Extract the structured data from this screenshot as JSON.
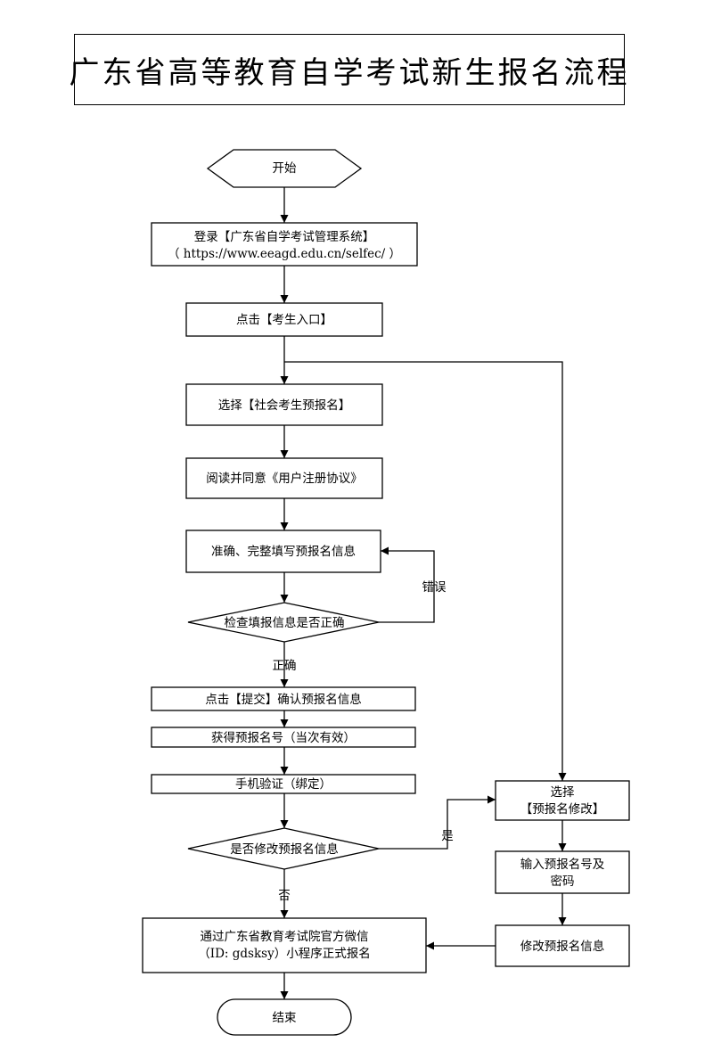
{
  "title": "广东省高等教育自学考试新生报名流程",
  "nodes": {
    "start": "开始",
    "login_line1": "登录【广东省自学考试管理系统】",
    "login_line2": "（ https://www.eeagd.edu.cn/selfec/ ）",
    "click_entry": "点击【考生入口】",
    "select_pre_reg": "选择【社会考生预报名】",
    "read_agree": "阅读并同意《用户注册协议》",
    "fill_info": "准确、完整填写预报名信息",
    "check_info": "检查填报信息是否正确",
    "submit_confirm": "点击【提交】确认预报名信息",
    "get_number": "获得预报名号（当次有效）",
    "phone_verify": "手机验证（绑定）",
    "modify_question": "是否修改预报名信息",
    "formal_reg_line1": "通过广东省教育考试院官方微信",
    "formal_reg_line2": "（ID: gdsksy）小程序正式报名",
    "end": "结束",
    "select_modify_line1": "选择",
    "select_modify_line2": "【预报名修改】",
    "input_number_line1": "输入预报名号及",
    "input_number_line2": "密码",
    "modify_info": "修改预报名信息"
  },
  "edge_labels": {
    "error": "错误",
    "correct": "正确",
    "yes": "是",
    "no": "否"
  }
}
